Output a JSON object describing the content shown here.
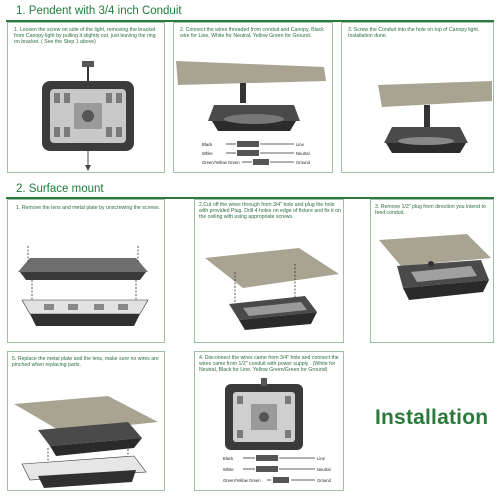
{
  "sections": {
    "s1": {
      "title": "1. Pendent with 3/4 inch Conduit"
    },
    "s2": {
      "title": "2. Surface mount"
    }
  },
  "steps": {
    "p1": "1. Loosen the screw on side of the light, removing the bracket from Canopy light by pulling it slightly out, just leaving the ring on bracket. ( See the Step 1 above)",
    "p2": "2. Connect the wires threaded from conduit and Canopy, Black wire for Line, White for Neutral, Yellow Green for Ground.",
    "p3": "3. Screw the Conduit into the hole on top of Canopy light. Installation done.",
    "s1": "1. Remove the lens and metal plate by unscrewing the screws.",
    "s2": "2.Cut off the wires through from 3/4\" hole and plug the hole with provided Plug. Drill 4 holes on edge of fixture and fix it on the ceiling with using appropriate screws.",
    "s3": "3. Remove 1/2\" plug from direction you intend to feed conduit.",
    "s5": "5. Replace the metal plate and the lens, make sure no wires are pinched when replacing parts.",
    "s4": "4. Disconnect the wires came from 3/4\" hole and connect the wires came from 1/2\" conduit with power supply . (White for Neutral, Black for Line, Yellow Green/Green for Ground)"
  },
  "wires": {
    "p2": [
      {
        "color": "Black",
        "role": "Line"
      },
      {
        "color": "White",
        "role": "Neutral"
      },
      {
        "color": "Green/Yellow Green",
        "role": "Ground"
      }
    ],
    "s4": [
      {
        "color": "Black",
        "role": "Line"
      },
      {
        "color": "White",
        "role": "Neutral"
      },
      {
        "color": "Green/Yellow Green",
        "role": "Ground"
      }
    ]
  },
  "installation_label": "Installation",
  "colors": {
    "accent": "#2b7a3c",
    "border": "#9fbfa6"
  }
}
